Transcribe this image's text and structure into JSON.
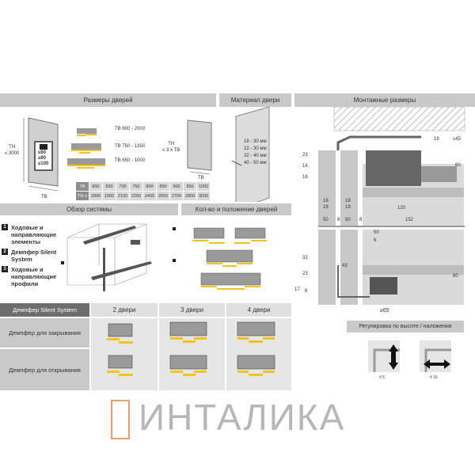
{
  "headers": {
    "door_sizes": "Размеры дверей",
    "door_material": "Материал двери",
    "mounting": "Монтажные размеры",
    "overview": "Обзор системы",
    "door_count": "Кол-во и положение дверей",
    "adjustment": "Регулировка по высоте / наложения"
  },
  "door_sizes": {
    "th_max": [
      "TH",
      "≤ 3000"
    ],
    "tb_label": "TB",
    "weights": [
      "≤60",
      "≤80",
      "≤100"
    ],
    "ranges": [
      "TB 600 - 2000",
      "TB 750 - 1350",
      "TB 650 - 1000"
    ],
    "th_ratio": [
      "TH",
      "≤ 3 x TB"
    ],
    "table": {
      "row1_label": "TB",
      "row1": [
        "600",
        "650",
        "700",
        "750",
        "800",
        "850",
        "900",
        "950",
        "1000"
      ],
      "row2_label": "TH ≤",
      "row2": [
        "1800",
        "1950",
        "2100",
        "2250",
        "2400",
        "2550",
        "2700",
        "2850",
        "3000"
      ]
    }
  },
  "material": {
    "thicknesses": [
      "18 - 30 мм",
      "22 - 30 мм",
      "32 - 40 мм",
      "40 - 50 мм"
    ]
  },
  "overview": {
    "items": [
      {
        "n": "1",
        "label": "Ходовые и направляющие элементы"
      },
      {
        "n": "2",
        "label": "Демпфер Silent System"
      },
      {
        "n": "3",
        "label": "Ходовые и направляющие профили"
      }
    ]
  },
  "damper_table": {
    "title": "Демпфер Silent System",
    "columns": [
      "2 двери",
      "3 двери",
      "4 двери"
    ],
    "rows": [
      "Демпфер для закрывания",
      "Демпфер для открывания"
    ]
  },
  "mounting": {
    "dims": [
      "23",
      "16",
      "16",
      "18",
      "19",
      "18",
      "19",
      "50",
      "8",
      "50",
      "8",
      "120",
      "152",
      "18",
      "≥45",
      "60",
      "50",
      "6",
      "32",
      "23",
      "43",
      "17",
      "8",
      "60",
      "≥65"
    ]
  },
  "adjustment_labels": [
    "± 5",
    "± 16"
  ],
  "watermark": "ИНТАЛИКА",
  "colors": {
    "header": "#c9c9c9",
    "accent_yellow": "#f2c318",
    "door_grey": "#9a9a9a",
    "logo_orange": "#e8703a"
  }
}
